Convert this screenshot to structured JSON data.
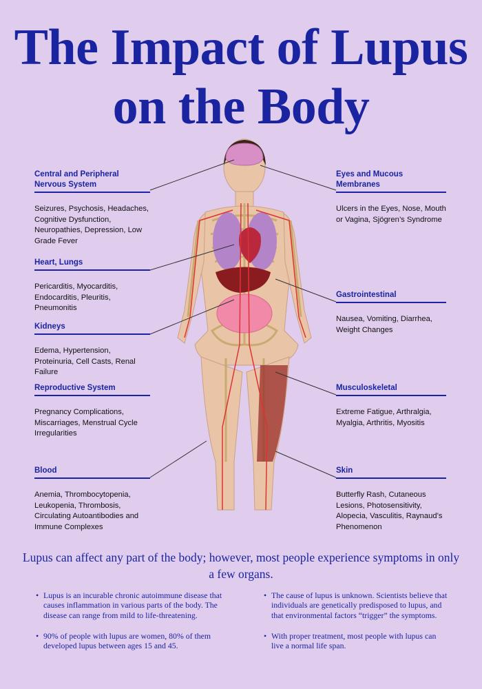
{
  "title": {
    "line1": "The Impact of Lupus",
    "line2": "on the Body"
  },
  "categories": {
    "cns": {
      "heading": "Central and Peripheral Nervous System",
      "body": "Seizures, Psychosis, Headaches, Cognitive Dysfunction, Neuropathies, Depression, Low Grade Fever"
    },
    "heart": {
      "heading": "Heart, Lungs",
      "body": "Pericarditis, Myocarditis, Endocarditis, Pleuritis, Pneumonitis"
    },
    "kidneys": {
      "heading": "Kidneys",
      "body": "Edema, Hypertension, Proteinuria, Cell Casts, Renal Failure"
    },
    "reproductive": {
      "heading": "Reproductive System",
      "body": "Pregnancy Complications, Miscarriages, Menstrual Cycle Irregularities"
    },
    "blood": {
      "heading": "Blood",
      "body": "Anemia, Thrombocytopenia, Leukopenia, Thrombosis, Circulating Autoantibodies and Immune Complexes"
    },
    "eyes": {
      "heading": "Eyes and Mucous Membranes",
      "body": "Ulcers in the Eyes, Nose, Mouth or Vagina, Sjögren’s Syndrome"
    },
    "gi": {
      "heading": "Gastrointestinal",
      "body": "Nausea, Vomiting, Diarrhea, Weight Changes"
    },
    "musculo": {
      "heading": "Musculoskeletal",
      "body": "Extreme Fatigue, Arthralgia, Myalgia, Arthritis, Myositis"
    },
    "skin": {
      "heading": "Skin",
      "body": "Butterfly Rash, Cutaneous Lesions, Photosensitivity, Alopecia, Vasculitis, Raynaud’s Phenomenon"
    }
  },
  "summary": "Lupus can affect any part of the body; however, most people experience symptoms in only a few organs.",
  "bullets": {
    "b1": "Lupus is an incurable chronic autoimmune disease that causes inflammation in various parts of the body. The disease can range from mild to life-threatening.",
    "b2": "90% of people with lupus are women, 80% of them developed lupus between ages 15 and 45.",
    "b3": "The cause of lupus is unknown. Scientists believe that individuals are genetically predisposed to lupus, and that environmental factors “trigger” the symptoms.",
    "b4": "With proper treatment, most people with lupus can live a normal life span."
  },
  "colors": {
    "accent": "#1a24a0",
    "background": "#e0cdee"
  }
}
